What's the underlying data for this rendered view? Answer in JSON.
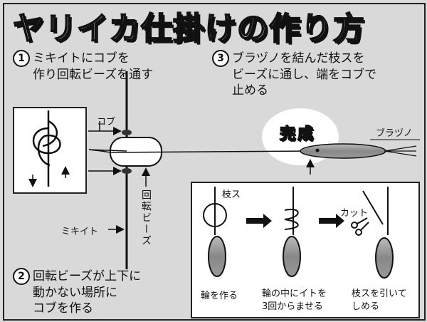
{
  "title": "ヤリイカ仕掛けの作り方",
  "steps": [
    {
      "number": "1",
      "lines": [
        "ミキイトにコブを",
        "作り回転ビーズを通す"
      ]
    },
    {
      "number": "2",
      "lines": [
        "回転ビーズが上下に",
        "動かない場所に",
        "コブを作る"
      ]
    },
    {
      "number": "3",
      "lines": [
        "ブラヅノを結んだ枝スを",
        "ビーズに通し、端をコブで",
        "止める"
      ]
    }
  ],
  "labels": {
    "kobu": "コブ",
    "bead": "回転ビーズ",
    "mikiito": "ミキイト",
    "complete": "完成",
    "burazuno": "ブラヅノ",
    "edasu": "枝ス",
    "cut": "カット"
  },
  "sub_steps": [
    "輪を作る",
    "輪の中にイトを\n3回からませる",
    "枝スを引いて\nしめる"
  ]
}
